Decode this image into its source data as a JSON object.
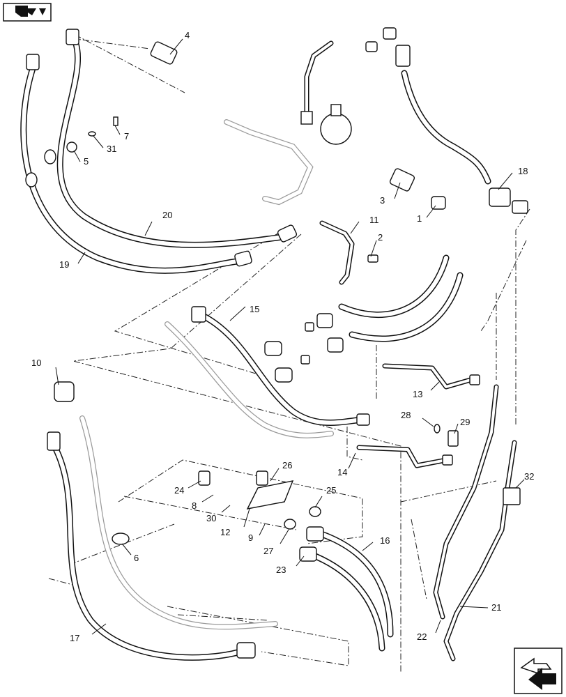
{
  "callouts": [
    {
      "id": "c1",
      "label": "1"
    },
    {
      "id": "c2",
      "label": "2"
    },
    {
      "id": "c3",
      "label": "3"
    },
    {
      "id": "c4",
      "label": "4"
    },
    {
      "id": "c5",
      "label": "5"
    },
    {
      "id": "c6",
      "label": "6"
    },
    {
      "id": "c7",
      "label": "7"
    },
    {
      "id": "c8",
      "label": "8"
    },
    {
      "id": "c9",
      "label": "9"
    },
    {
      "id": "c10",
      "label": "10"
    },
    {
      "id": "c11",
      "label": "11"
    },
    {
      "id": "c12",
      "label": "12"
    },
    {
      "id": "c13",
      "label": "13"
    },
    {
      "id": "c14",
      "label": "14"
    },
    {
      "id": "c15",
      "label": "15"
    },
    {
      "id": "c16",
      "label": "16"
    },
    {
      "id": "c17",
      "label": "17"
    },
    {
      "id": "c18",
      "label": "18"
    },
    {
      "id": "c19",
      "label": "19"
    },
    {
      "id": "c20",
      "label": "20"
    },
    {
      "id": "c21",
      "label": "21"
    },
    {
      "id": "c22",
      "label": "22"
    },
    {
      "id": "c23",
      "label": "23"
    },
    {
      "id": "c24",
      "label": "24"
    },
    {
      "id": "c25",
      "label": "25"
    },
    {
      "id": "c26",
      "label": "26"
    },
    {
      "id": "c27",
      "label": "27"
    },
    {
      "id": "c28",
      "label": "28"
    },
    {
      "id": "c29",
      "label": "29"
    },
    {
      "id": "c30",
      "label": "30"
    },
    {
      "id": "c31",
      "label": "31"
    },
    {
      "id": "c32",
      "label": "32"
    }
  ],
  "icons": {
    "top_left": "book-arrow-icon",
    "bottom_right": "next-page-arrow-icon"
  }
}
